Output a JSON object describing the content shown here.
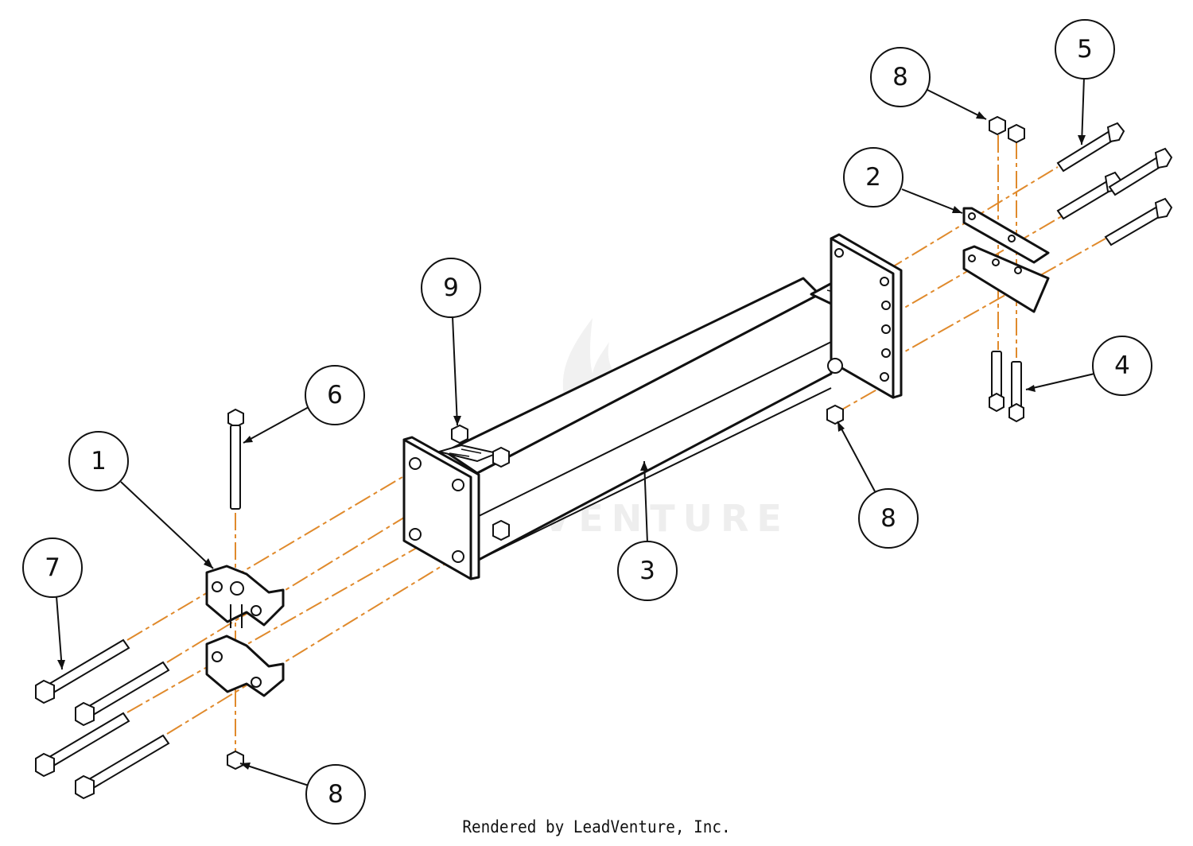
{
  "diagram": {
    "callouts": [
      {
        "id": "1",
        "label": "1"
      },
      {
        "id": "2",
        "label": "2"
      },
      {
        "id": "3",
        "label": "3"
      },
      {
        "id": "4",
        "label": "4"
      },
      {
        "id": "5",
        "label": "5"
      },
      {
        "id": "6",
        "label": "6"
      },
      {
        "id": "7",
        "label": "7"
      },
      {
        "id": "8a",
        "label": "8"
      },
      {
        "id": "8b",
        "label": "8"
      },
      {
        "id": "8c",
        "label": "8"
      },
      {
        "id": "9",
        "label": "9"
      }
    ]
  },
  "watermark": {
    "text": "LEADVENTURE"
  },
  "footer": {
    "credit": "Rendered by LeadVenture, Inc."
  },
  "colors": {
    "assembly_axis": "#e08a2c",
    "line": "#111111",
    "background": "#ffffff"
  }
}
